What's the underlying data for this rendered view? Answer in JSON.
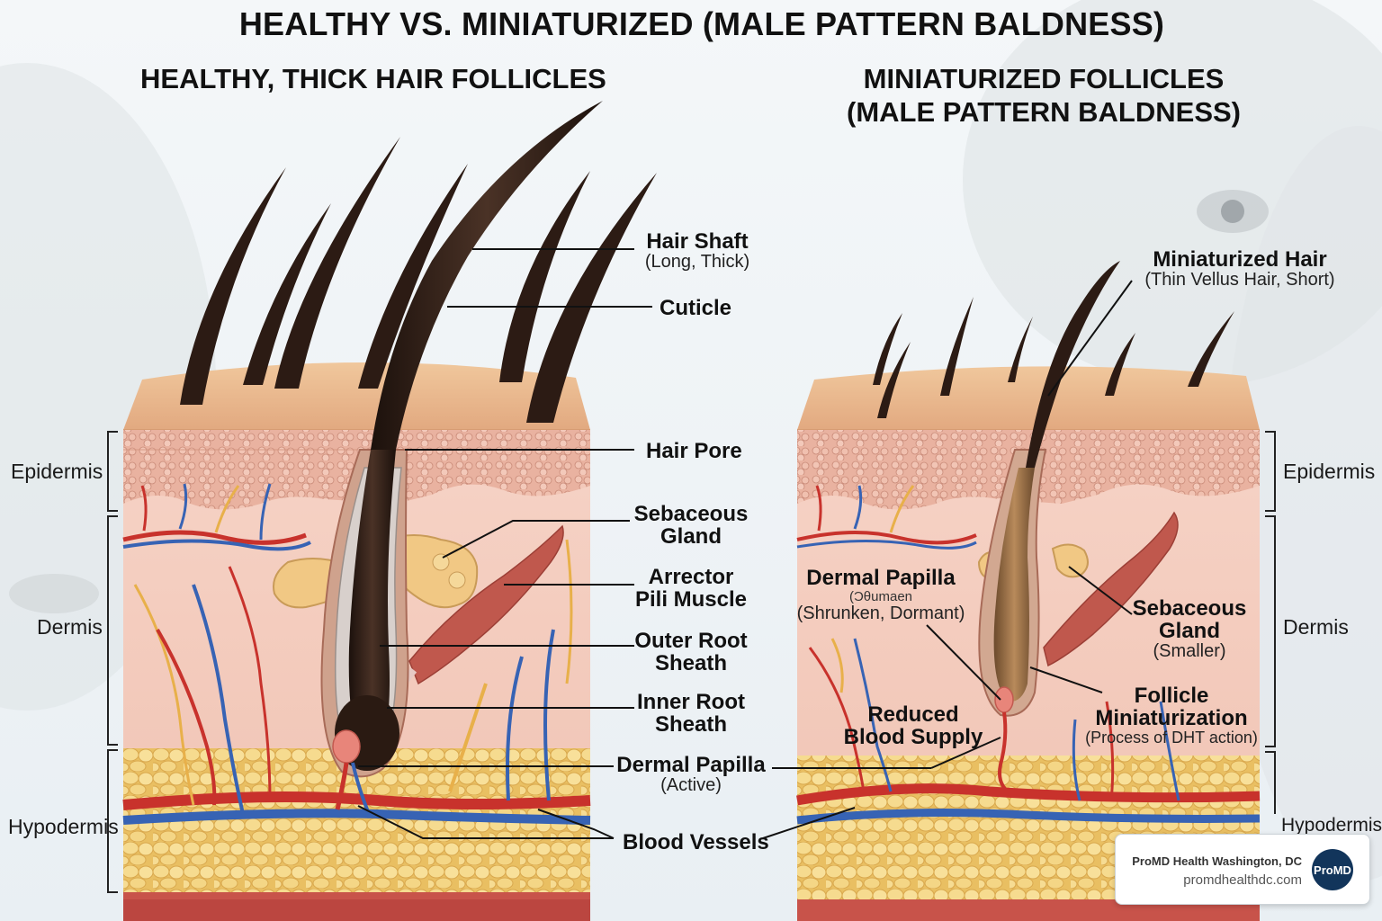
{
  "title": "HEALTHY VS. MINIATURIZED (MALE PATTERN BALDNESS)",
  "left_panel": {
    "title": "HEALTHY, THICK HAIR FOLLICLES",
    "labels": {
      "hair_shaft": "Hair Shaft",
      "hair_shaft_sub": "(Long, Thick)",
      "cuticle": "Cuticle",
      "hair_pore": "Hair Pore",
      "sebaceous_1": "Sebaceous",
      "sebaceous_2": "Gland",
      "arrector_1": "Arrector",
      "arrector_2": "Pili Muscle",
      "outer_1": "Outer Root",
      "outer_2": "Sheath",
      "inner_1": "Inner Root",
      "inner_2": "Sheath",
      "papilla": "Dermal Papilla",
      "papilla_sub": "(Active)",
      "blood": "Blood Vessels"
    },
    "layers": [
      "Epidermis",
      "Dermis",
      "Hypodermis"
    ]
  },
  "right_panel": {
    "title_1": "MINIATURIZED FOLLICLES",
    "title_2": "(MALE PATTERN BALDNESS)",
    "labels": {
      "mini_hair": "Miniaturized Hair",
      "mini_hair_sub": "(Thin Vellus Hair, Short)",
      "papilla": "Dermal Papilla",
      "papilla_garbled": "(Ͻθumaen",
      "papilla_sub": "(Shrunken, Dormant)",
      "reduced_1": "Reduced",
      "reduced_2": "Blood Supply",
      "sebaceous_1": "Sebaceous",
      "sebaceous_2": "Gland",
      "sebaceous_sub": "(Smaller)",
      "follicle_1": "Follicle",
      "follicle_2": "Miniaturization",
      "follicle_sub": "(Process of DHT action)"
    },
    "layers": [
      "Epidermis",
      "Dermis",
      "Hypodermis"
    ]
  },
  "badge": {
    "name": "ProMD Health Washington, DC",
    "url": "promdhealthdc.com",
    "logo": "ProMD"
  },
  "colors": {
    "skin_top": "#e9b98c",
    "epidermis": "#f1c3ae",
    "dermis": "#f6d0c4",
    "fat": "#f3d27e",
    "artery": "#c8322c",
    "vein": "#3763b4",
    "hair": "#2c1b14",
    "badge_logo": "#12355b"
  }
}
